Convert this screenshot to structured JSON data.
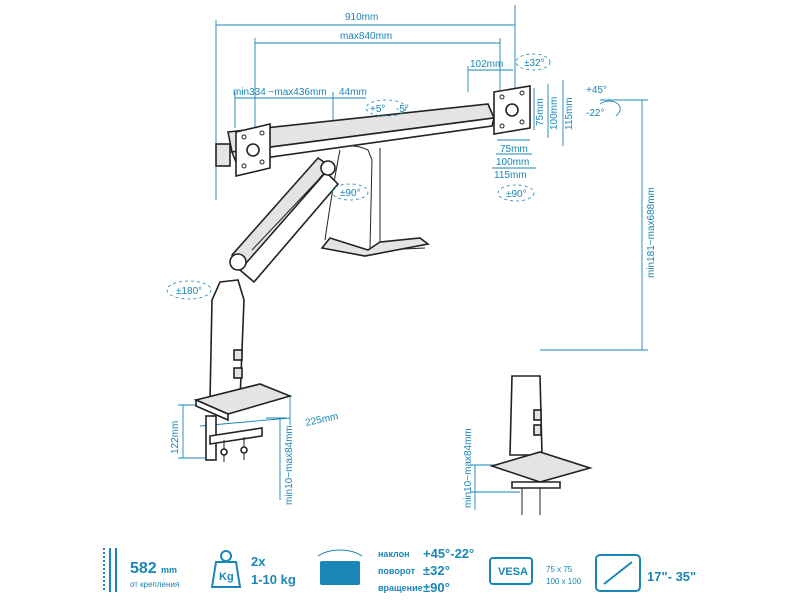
{
  "dimensions": {
    "total_width": "910mm",
    "max_span": "max840mm",
    "extension_range": "min334 ~max436mm",
    "offset_44": "44mm",
    "offset_102": "102mm",
    "vesa_75_v": "75mm",
    "vesa_100_v": "100mm",
    "vesa_115_v": "115mm",
    "vesa_75_h": "75mm",
    "vesa_100_h": "100mm",
    "vesa_115_h": "115mm",
    "height_range": "min181~max688mm",
    "base_height": "122mm",
    "base_depth": "225mm",
    "clamp_range_1": "min10~max84mm",
    "clamp_range_2": "min10~max84mm"
  },
  "rotations": {
    "swivel_32": "±32°",
    "tilt_plus": "+45°",
    "tilt_minus": "-22°",
    "level_plus": "+5°",
    "level_minus": "-5°",
    "rotate_90_top": "±90°",
    "rotate_90_head": "±90°",
    "pole_180": "±180°"
  },
  "specs": {
    "reach_value": "582",
    "reach_unit": "mm",
    "reach_caption": "от крепления",
    "weight_icon_label": "Kg",
    "load_count": "2x",
    "load_range": "1-10 kg",
    "tilt_label": "наклон",
    "tilt_value": "+45°-22°",
    "swivel_label": "поворот",
    "swivel_value": "±32°",
    "rotation_label": "вращение",
    "rotation_value": "±90°",
    "vesa_label": "VESA",
    "vesa_line1": "75 x 75",
    "vesa_line2": "100 x 100",
    "screen_range": "17\"- 35\""
  },
  "colors": {
    "accent": "#1a86b8",
    "line": "#222222"
  }
}
